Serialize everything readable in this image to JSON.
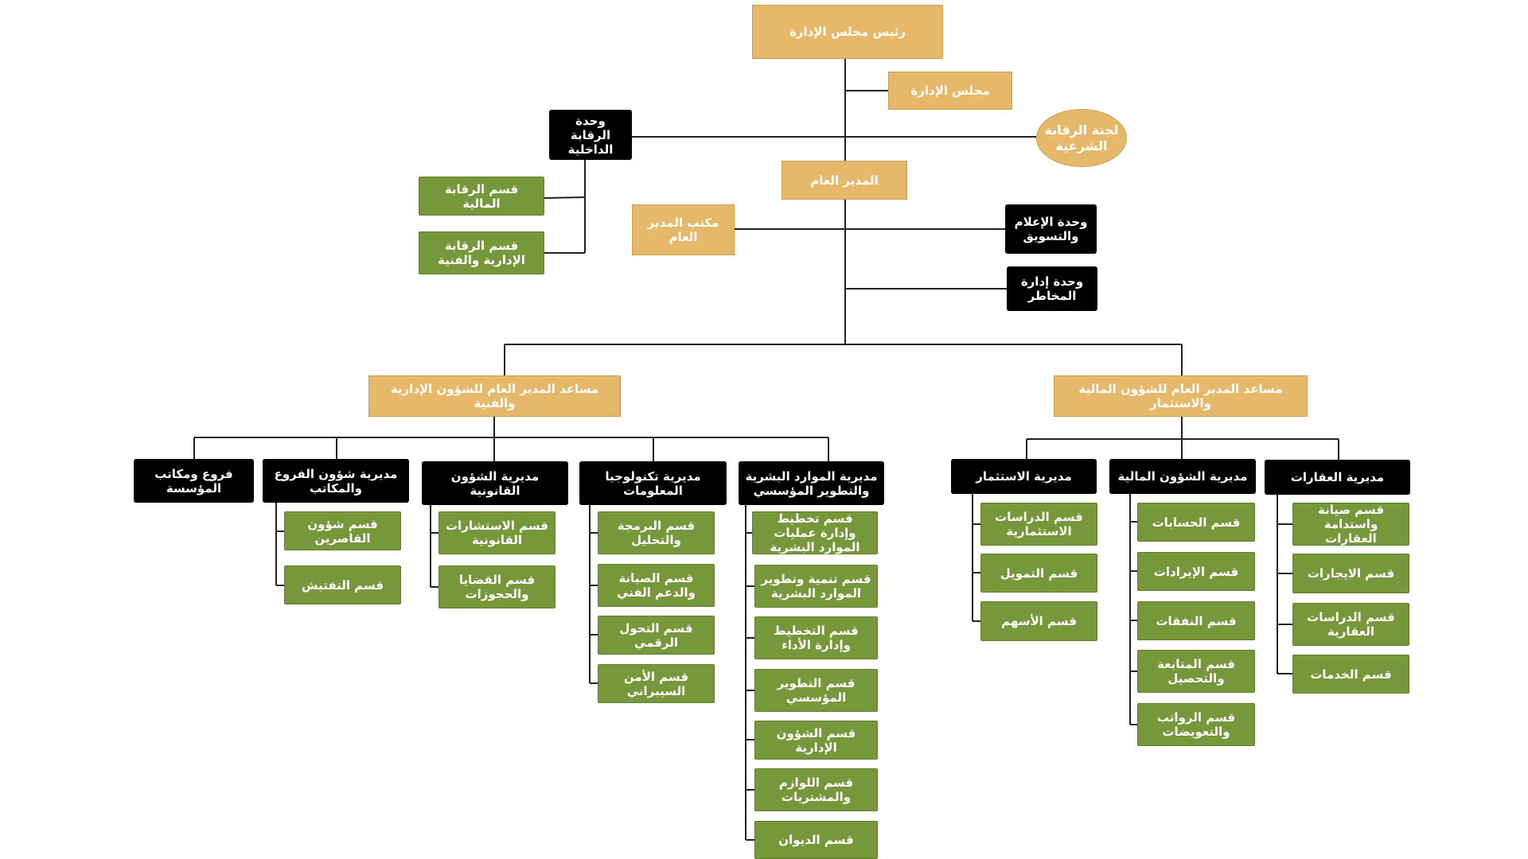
{
  "colors": {
    "gold": "#e6b96a",
    "black": "#000000",
    "green": "#77983a",
    "line": "#222222"
  },
  "top": {
    "chairman": "رئيس مجلس الإدارة",
    "board": "مجلس الإدارة",
    "internal_audit": "وحدة الرقابة الداخلية",
    "sharia_committee": "لجنة الرقابة الشرعية",
    "gm": "المدير العام",
    "gm_office": "مكتب المدير العام",
    "media_unit": "وحدة الإعلام والتسويق",
    "risk_unit": "وحدة إدارة المخاطر",
    "audit_sections": [
      "قسم الرقابة المالية",
      "قسم الرقابة الإدارية والفنية"
    ]
  },
  "assistants": {
    "admin": "مساعد المدير العام للشؤون الإدارية والفنية",
    "finance": "مساعد المدير العام للشؤون المالية والاستثمار"
  },
  "directorates": [
    {
      "name": "فروع ومكاتب المؤسسة",
      "sections": []
    },
    {
      "name": "مديرية شؤون الفروع والمكاتب",
      "sections": [
        "قسم شؤون القاصرين",
        "قسم التفتيش"
      ]
    },
    {
      "name": "مديرية الشؤون القانونية",
      "sections": [
        "قسم الاستشارات القانونية",
        "قسم القضايا والحجوزات"
      ]
    },
    {
      "name": "مديرية تكنولوجيا المعلومات",
      "sections": [
        "قسم البرمجة والتحليل",
        "قسم الصيانة والدعم الفني",
        "قسم التحول الرقمي",
        "قسم الأمن السيبراني"
      ]
    },
    {
      "name": "مديرية الموارد البشرية والتطوير المؤسسي",
      "sections": [
        "قسم تخطيط وإدارة عمليات الموارد البشرية",
        "قسم تنمية وتطوير الموارد البشرية",
        "قسم التخطيط وإدارة الأداء",
        "قسم التطوير المؤسسي",
        "قسم الشؤون الإدارية",
        "قسم اللوازم والمشتريات",
        "قسم الديوان"
      ]
    },
    {
      "name": "مديرية الاستثمار",
      "sections": [
        "قسم الدراسات الاستثمارية",
        "قسم التمويل",
        "قسم الأسهم"
      ]
    },
    {
      "name": "مديرية الشؤون المالية",
      "sections": [
        "قسم الحسابات",
        "قسم الإيرادات",
        "قسم النفقات",
        "قسم المتابعة والتحصيل",
        "قسم الرواتب والتعويضات"
      ]
    },
    {
      "name": "مديرية العقارات",
      "sections": [
        "قسم صيانة واستدامة العقارات",
        "قسم الايجارات",
        "قسم الدراسات العقارية",
        "قسم الخدمات"
      ]
    }
  ]
}
